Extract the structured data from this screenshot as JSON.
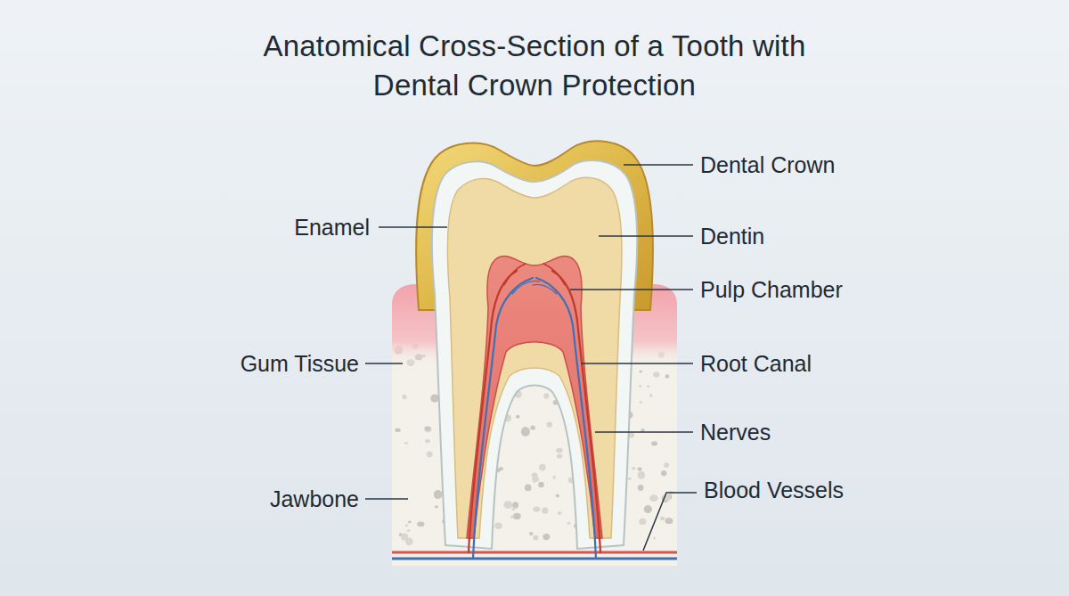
{
  "diagram": {
    "title": "Anatomical Cross-Section of a Tooth with Dental Crown Protection",
    "labels": [
      "Dental Crown",
      "Enamel",
      "Dentin",
      "Pulp Chamber",
      "Gum Tissue",
      "Root Canal",
      "Nerves",
      "Jawbone",
      "Blood Vessels"
    ]
  }
}
